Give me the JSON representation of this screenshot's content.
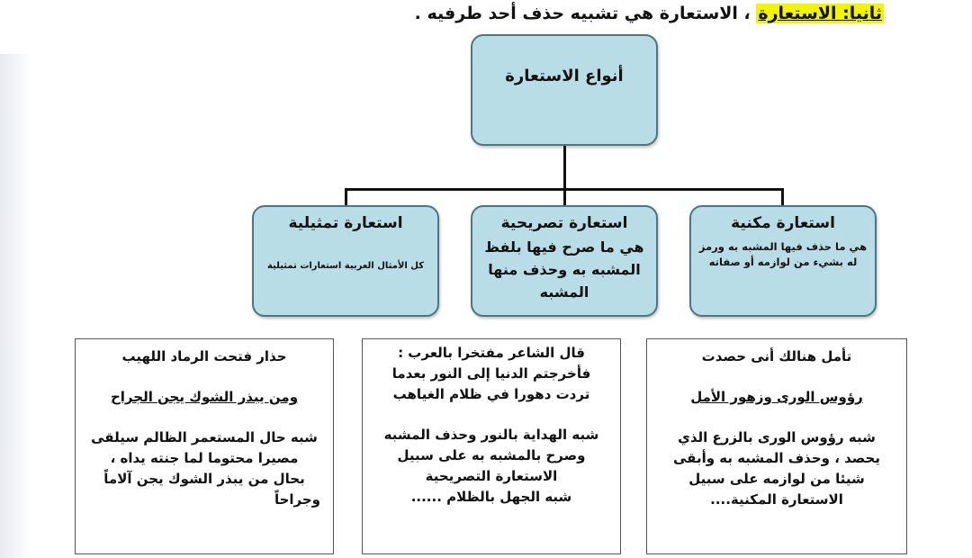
{
  "heading": {
    "highlighted": "ثانيا: الاستعارة",
    "rest": "،   الاستعارة هي تشبيه حذف أحد طرفيه ."
  },
  "root": {
    "title": "أنواع الاستعارة"
  },
  "types": [
    {
      "title": "استعارة تمثيلية",
      "desc": "كل الأمثال العربية استعارات تمثيلية"
    },
    {
      "title": "استعارة تصريحية",
      "desc": "هي ما صرح فيها بلفظ المشبه به وحذف منها المشبه"
    },
    {
      "title": "استعارة مكنية",
      "desc": "هي ما حذف فيها المشبه به ورمز له بشيء من لوازمه أو صفاته"
    }
  ],
  "examples": {
    "tamthiliya": {
      "line1": "حذار فتحت الرماد اللهيب",
      "line2": "ومن يبذر الشوك يجن الجراح",
      "exp1": "شبه حال المستعمر الظالم سيلقى",
      "exp2": "مصيرا محتوما لما جنته يداه ،",
      "exp3": "بحال من يبذر  الشوك يجن آلاماً",
      "exp4": "وجراحاً"
    },
    "tasrihiya": {
      "line1": "قال الشاعر مفتخرا بالعرب :",
      "line2": "فأخرجتم الدنيا إلى النور بعدما",
      "line3": "تردت دهورا في ظلام الغياهب",
      "exp1": "شبه الهداية بالنور وحذف المشبه",
      "exp2": "وصرح بالمشبه به على سبيل",
      "exp3": "الاستعارة التصريحية",
      "exp4": "شبه الجهل بالظلام ......"
    },
    "makniya": {
      "line1": "تأمل هنالك أنى حصدت",
      "line2": "رؤوس الورى وزهور الأمل",
      "exp1": "شبه رؤوس الورى بالزرع الذي",
      "exp2": "يحصد ، وحذف المشبه به وأبقى",
      "exp3": "شيئا من لوازمه على سبيل",
      "exp4": "الاستعارة المكنية...."
    }
  },
  "colors": {
    "box_fill": "#b9dde6",
    "box_border": "#4d7680",
    "highlight": "#f3f500"
  }
}
